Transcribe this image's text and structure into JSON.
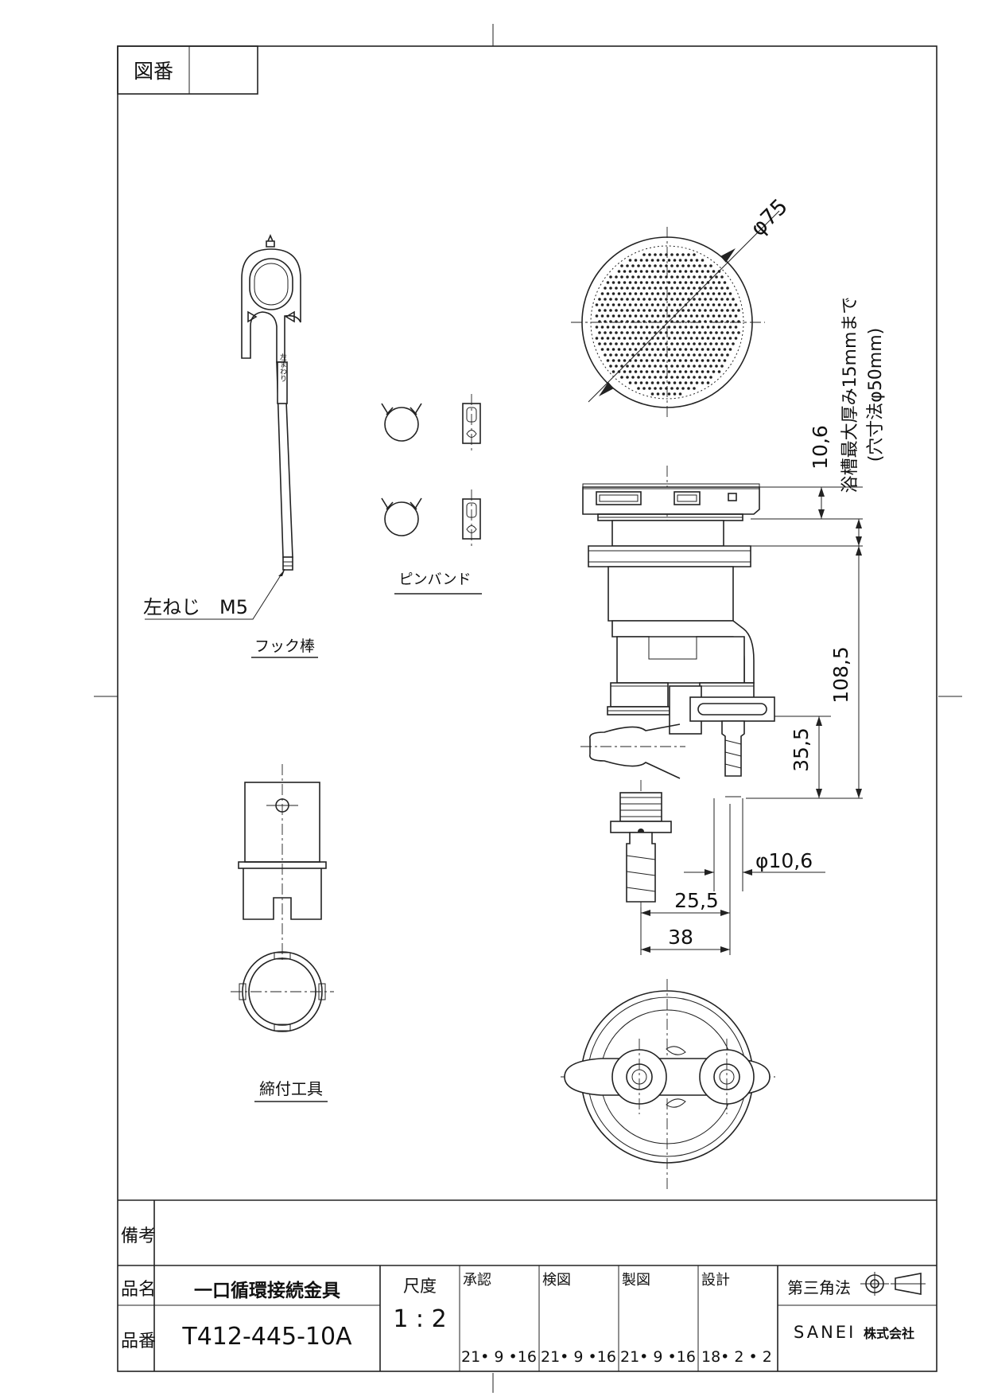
{
  "drawing_no_label": "図番",
  "drawing_no_value": "",
  "views": {
    "hook_rod": {
      "title": "フック棒",
      "thread_note": "左ねじ　M5",
      "rod_mark": "左まわり"
    },
    "pin_band": {
      "title": "ピンバンド"
    },
    "tool": {
      "title": "締付工具"
    },
    "main": {
      "dim_strainer_dia": "φ75",
      "dim_10_6": "10,6",
      "dim_108_5": "108,5",
      "dim_35_5": "35,5",
      "dim_hose_dia": "φ10,6",
      "dim_25_5": "25,5",
      "dim_38": "38",
      "note_1": "浴槽最大厚み15mmまで",
      "note_2": "(穴寸法φ50mm)"
    }
  },
  "title_block": {
    "remarks_label": "備考",
    "remarks_value": "",
    "name_label": "品名",
    "name_value": "一口循環接続金具",
    "number_label": "品番",
    "number_value": "T412-445-10A",
    "scale_label": "尺度",
    "scale_value": "1 : 2",
    "approved_label": "承認",
    "approved_date": "21• 9 •16",
    "checked_label": "検図",
    "checked_date": "21• 9 •16",
    "drawn_label": "製図",
    "drawn_date": "21• 9 •16",
    "designed_label": "設計",
    "designed_date": "18• 2 • 2",
    "projection_label": "第三角法",
    "company": "SANEI",
    "company_suffix": "株式会社"
  }
}
